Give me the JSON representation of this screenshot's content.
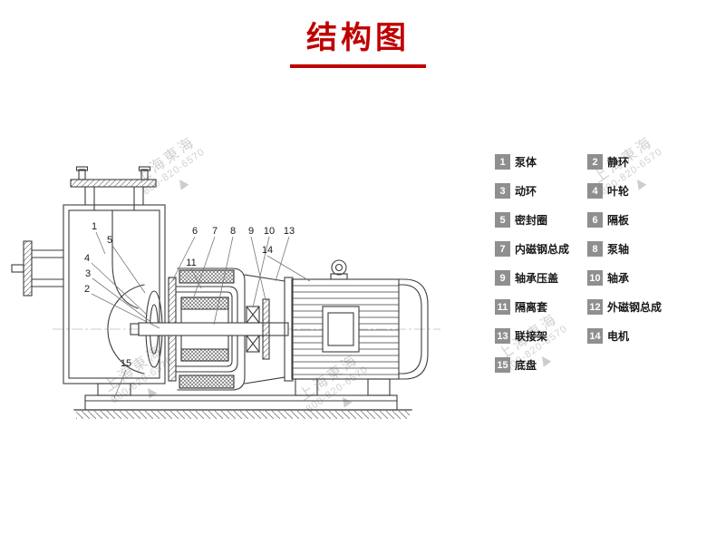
{
  "page": {
    "title": "结构图"
  },
  "colors": {
    "accent": "#c00000",
    "legend_box": "#8f8f8f",
    "line": "#3c3c3c",
    "watermark": "#c2c2c2"
  },
  "watermark": {
    "name": "上海東海",
    "phone": "800-820-6570",
    "logo": "▲"
  },
  "legend": {
    "items": [
      {
        "num": "1",
        "label": "泵体"
      },
      {
        "num": "2",
        "label": "静环"
      },
      {
        "num": "3",
        "label": "动环"
      },
      {
        "num": "4",
        "label": "叶轮"
      },
      {
        "num": "5",
        "label": "密封圈"
      },
      {
        "num": "6",
        "label": "隔板"
      },
      {
        "num": "7",
        "label": "内磁钢总成"
      },
      {
        "num": "8",
        "label": "泵轴"
      },
      {
        "num": "9",
        "label": "轴承压盖"
      },
      {
        "num": "10",
        "label": "轴承"
      },
      {
        "num": "11",
        "label": "隔离套"
      },
      {
        "num": "12",
        "label": "外磁钢总成"
      },
      {
        "num": "13",
        "label": "联接架"
      },
      {
        "num": "14",
        "label": "电机"
      },
      {
        "num": "15",
        "label": "底盘"
      }
    ]
  },
  "diagram": {
    "callouts": {
      "n1": "1",
      "n2": "2",
      "n3": "3",
      "n4": "4",
      "n5": "5",
      "n6": "6",
      "n7": "7",
      "n8": "8",
      "n9": "9",
      "n10": "10",
      "n11": "11",
      "n13": "13",
      "n14": "14",
      "n15": "15"
    }
  }
}
